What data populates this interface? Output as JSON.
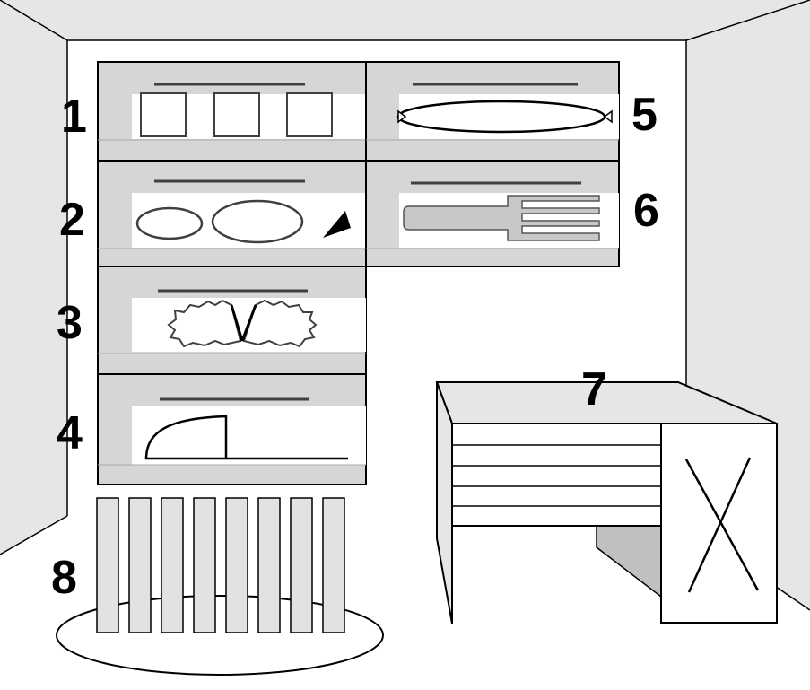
{
  "labels": {
    "shelf1": "1",
    "shelf2": "2",
    "shelf3": "3",
    "shelf4": "4",
    "shelf5": "5",
    "shelf6": "6",
    "desk": "7",
    "radiator": "8"
  },
  "colors": {
    "wall_shade": "#e0e0e0",
    "floor": "#ffffff",
    "shelf_fill": "#d6d6d6",
    "panel": "#ffffff",
    "stroke": "#000000",
    "radiator_fill": "#e2e2e2",
    "fork_fill": "#c8c8c8",
    "desk_shadow": "#c0c0c0"
  },
  "icons": [
    "square-boxes-icon",
    "ellipses-and-triangle-icon",
    "leaf-pair-icon",
    "shoe-profile-icon",
    "long-ellipse-icon",
    "fork-icon",
    "x-mark-icon"
  ]
}
